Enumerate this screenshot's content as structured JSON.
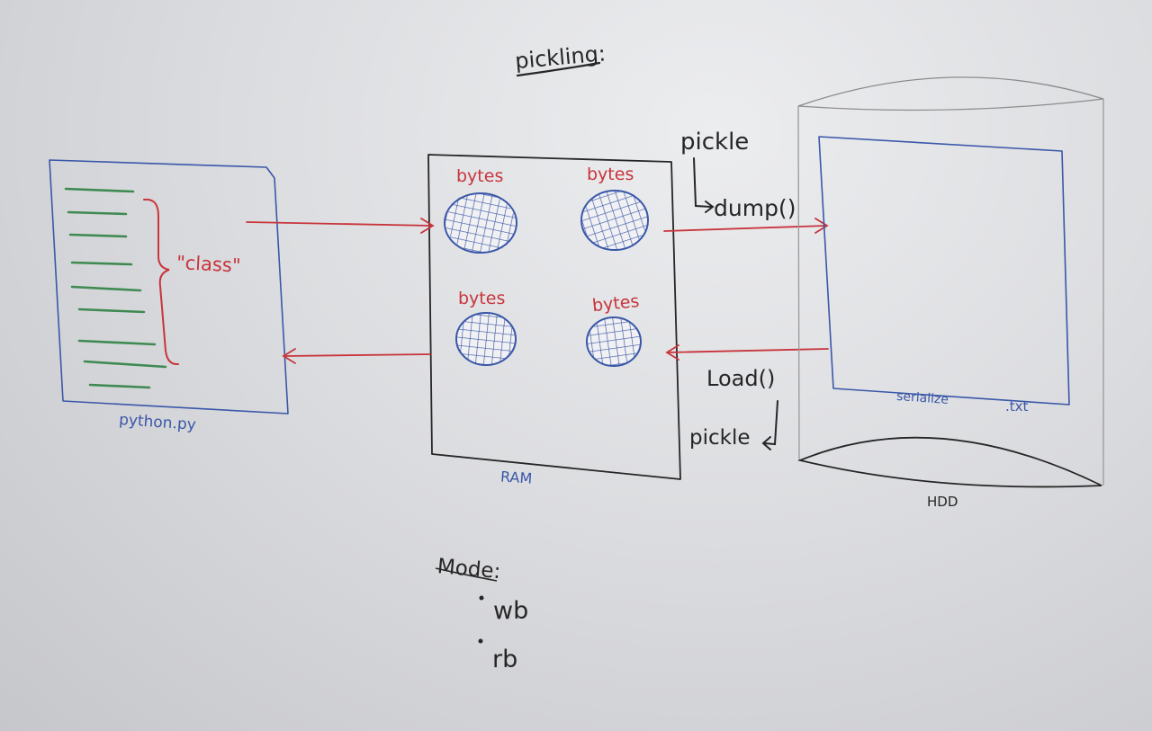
{
  "title": "pickling:",
  "file": {
    "class_label": "\"class\"",
    "name": "python.py"
  },
  "ram": {
    "label": "RAM",
    "blobs": [
      {
        "label": "bytes"
      },
      {
        "label": "bytes"
      },
      {
        "label": "bytes"
      },
      {
        "label": "bytes"
      }
    ]
  },
  "dump": {
    "module": "pickle",
    "method": "dump()"
  },
  "load": {
    "method": "Load()",
    "module": "pickle"
  },
  "hdd": {
    "label": "HDD",
    "serialize": "serialize",
    "ext": ".txt"
  },
  "mode": {
    "title": "Mode:",
    "items": [
      "wb",
      "rb"
    ]
  },
  "colors": {
    "black_marker": "#262626",
    "red_marker": "#c8343b",
    "blue_marker": "#3a57a8",
    "green_marker": "#3f8a52"
  }
}
